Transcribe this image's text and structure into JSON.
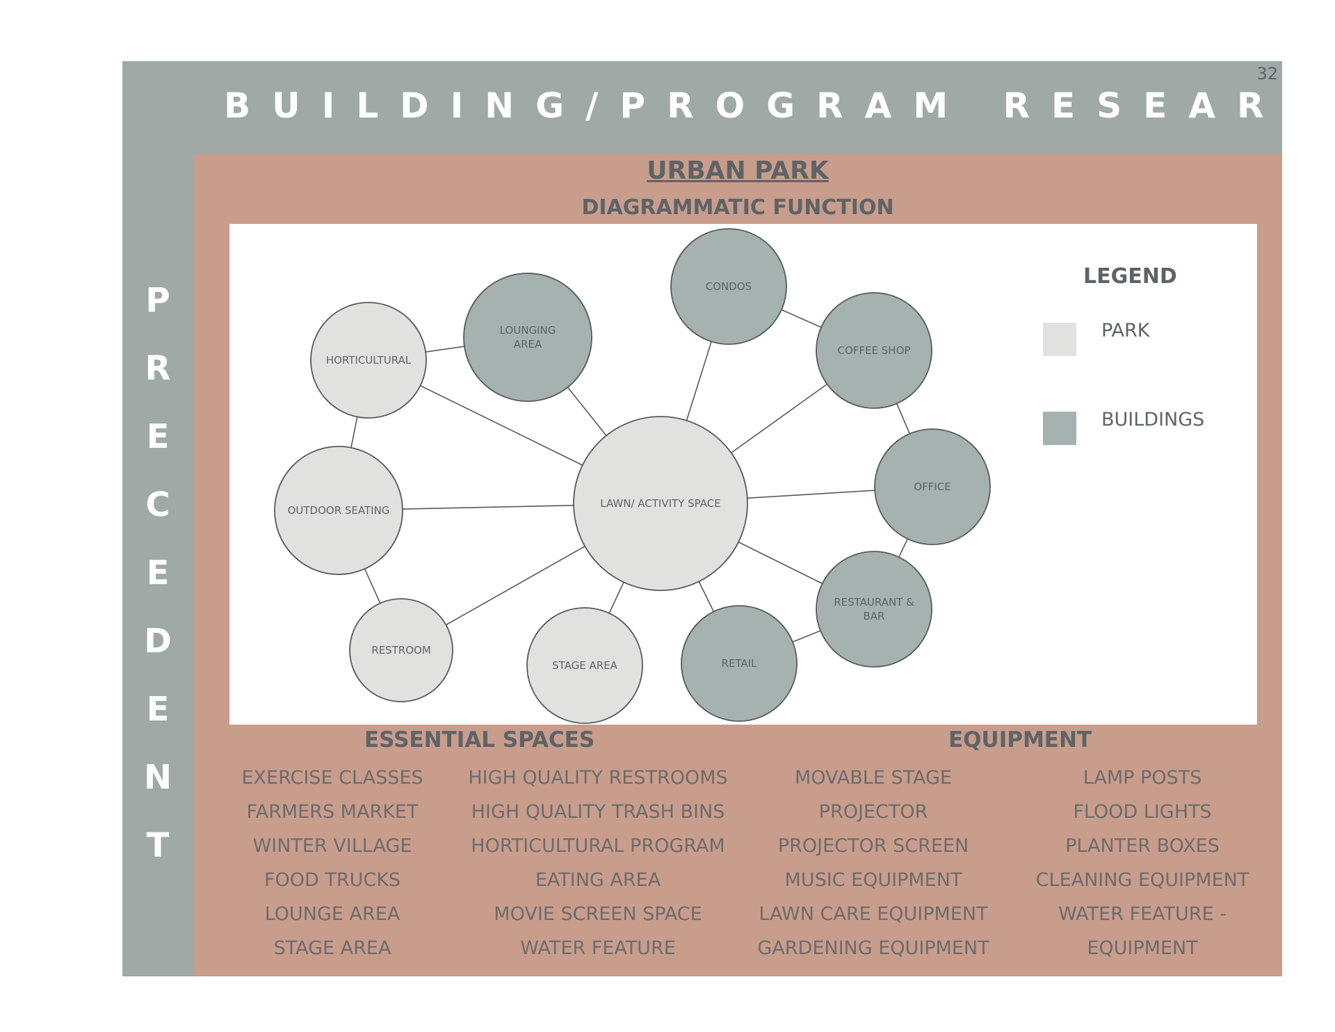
{
  "page_number": "32",
  "header": {
    "title": "BUILDING/PROGRAM RESEARCH"
  },
  "sidebar": {
    "letters": [
      "P",
      "R",
      "E",
      "C",
      "E",
      "D",
      "E",
      "N",
      "T"
    ]
  },
  "main": {
    "title": "URBAN PARK",
    "subtitle": "DIAGRAMMATIC FUNCTION"
  },
  "colors": {
    "slate": "#9fa9a6",
    "terracotta": "#c89d8c",
    "park_fill": "#e1e2e0",
    "building_fill": "#a5b2b0",
    "text": "#5e6366"
  },
  "diagram": {
    "nodes": [
      {
        "id": "lawn",
        "label": [
          "LAWN/ ACTIVITY SPACE"
        ],
        "type": "park"
      },
      {
        "id": "horticultural",
        "label": [
          "HORTICULTURAL"
        ],
        "type": "park"
      },
      {
        "id": "lounging",
        "label": [
          "LOUNGING",
          "AREA"
        ],
        "type": "buildings"
      },
      {
        "id": "condos",
        "label": [
          "CONDOS"
        ],
        "type": "buildings"
      },
      {
        "id": "coffee",
        "label": [
          "COFFEE SHOP"
        ],
        "type": "buildings"
      },
      {
        "id": "office",
        "label": [
          "OFFICE"
        ],
        "type": "buildings"
      },
      {
        "id": "restaurant",
        "label": [
          "RESTAURANT &",
          "BAR"
        ],
        "type": "buildings"
      },
      {
        "id": "retail",
        "label": [
          "RETAIL"
        ],
        "type": "buildings"
      },
      {
        "id": "stage",
        "label": [
          "STAGE AREA"
        ],
        "type": "park"
      },
      {
        "id": "restroom",
        "label": [
          "RESTROOM"
        ],
        "type": "park"
      },
      {
        "id": "outdoor",
        "label": [
          "OUTDOOR SEATING"
        ],
        "type": "park"
      }
    ],
    "edges": [
      [
        "lawn",
        "horticultural"
      ],
      [
        "lawn",
        "lounging"
      ],
      [
        "lawn",
        "condos"
      ],
      [
        "lawn",
        "coffee"
      ],
      [
        "lawn",
        "office"
      ],
      [
        "lawn",
        "restaurant"
      ],
      [
        "lawn",
        "retail"
      ],
      [
        "lawn",
        "stage"
      ],
      [
        "lawn",
        "restroom"
      ],
      [
        "lawn",
        "outdoor"
      ],
      [
        "horticultural",
        "lounging"
      ],
      [
        "horticultural",
        "outdoor"
      ],
      [
        "outdoor",
        "restroom"
      ],
      [
        "condos",
        "coffee"
      ],
      [
        "coffee",
        "office"
      ],
      [
        "office",
        "restaurant"
      ],
      [
        "restaurant",
        "retail"
      ]
    ]
  },
  "legend": {
    "title": "LEGEND",
    "items": [
      {
        "label": "PARK",
        "color": "#e1e2e0"
      },
      {
        "label": "BUILDINGS",
        "color": "#a5b2b0"
      }
    ]
  },
  "essential_spaces": {
    "title": "ESSENTIAL SPACES",
    "col1": [
      "EXERCISE CLASSES",
      "FARMERS MARKET",
      "WINTER VILLAGE",
      "FOOD TRUCKS",
      "LOUNGE AREA",
      "STAGE AREA"
    ],
    "col2": [
      "HIGH QUALITY RESTROOMS",
      "HIGH QUALITY TRASH BINS",
      "HORTICULTURAL PROGRAM",
      "EATING AREA",
      "MOVIE SCREEN SPACE",
      "WATER FEATURE"
    ]
  },
  "equipment": {
    "title": "EQUIPMENT",
    "col1": [
      "MOVABLE STAGE",
      "PROJECTOR",
      "PROJECTOR SCREEN",
      "MUSIC EQUIPMENT",
      "LAWN CARE EQUIPMENT",
      "GARDENING EQUIPMENT"
    ],
    "col2": [
      "LAMP POSTS",
      "FLOOD LIGHTS",
      "PLANTER BOXES",
      "CLEANING EQUIPMENT",
      "WATER FEATURE -",
      "EQUIPMENT"
    ]
  }
}
